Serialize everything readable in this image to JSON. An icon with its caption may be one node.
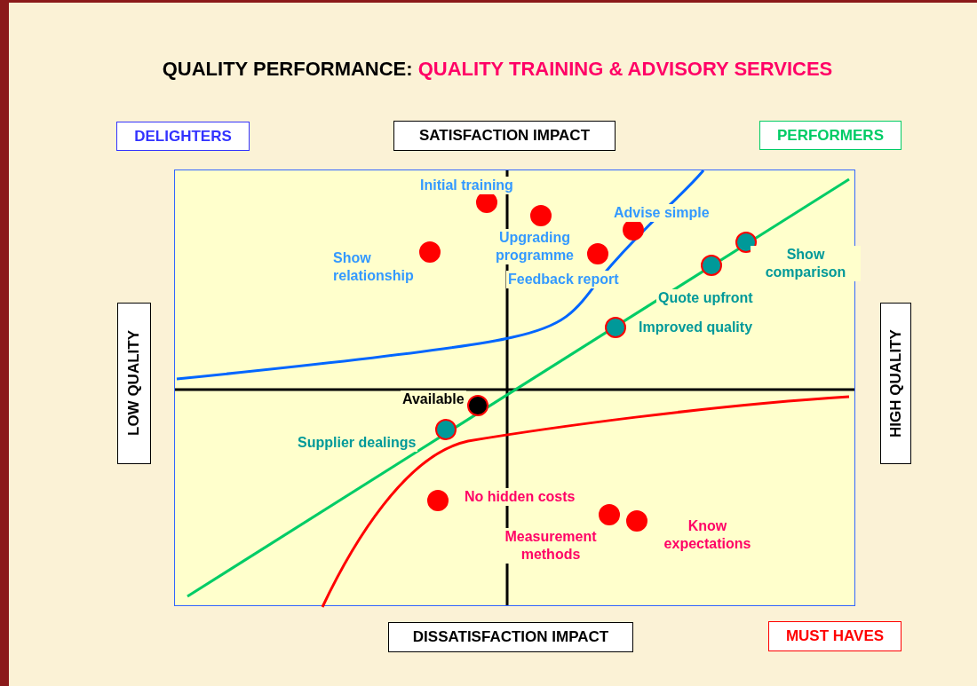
{
  "diagram": {
    "title": "QUALITY PERFORMANCE: *QUALITY TRAINING & ADVISORY SERVICES*",
    "nodes": [
      {
        "text": [
          "DELIGHTERS"
        ]
      },
      {
        "text": [
          "SATISFACTION IMPACT"
        ]
      },
      {
        "text": [
          "PERFORMERS"
        ]
      },
      {
        "text": [
          "LOW QUALITY"
        ]
      },
      {
        "text": [],
        "shape": "box"
      },
      {
        "text": [],
        "shape": "circle",
        "in": 4,
        "beside": [
          "Initial training"
        ]
      },
      {
        "text": [],
        "shape": "circle",
        "in": 4,
        "beside": [
          "Upgrading programme"
        ]
      },
      {
        "text": [],
        "shape": "circle",
        "in": 4,
        "beside": [
          "Advise simple"
        ]
      },
      {
        "text": [],
        "shape": "circle",
        "in": 4,
        "beside": [
          "Show comparison"
        ]
      },
      {
        "text": [],
        "shape": "circle",
        "in": 4,
        "beside": [
          "Show relationship"
        ]
      },
      {
        "text": [],
        "shape": "circle",
        "in": 4,
        "beside": [
          "Feedback report"
        ]
      },
      {
        "text": [],
        "shape": "circle",
        "in": 4,
        "beside": [
          "Quote upfront"
        ]
      },
      {
        "text": [],
        "shape": "circle",
        "in": 4,
        "beside": [
          "Improved quality"
        ]
      },
      {
        "text": [],
        "shape": "circle",
        "in": 4,
        "beside": [
          "Available"
        ]
      },
      {
        "text": [],
        "shape": "circle",
        "in": 4,
        "beside": [
          "Supplier dealings"
        ]
      },
      {
        "text": [],
        "shape": "circle",
        "in": 4,
        "beside": [
          "No hidden costs"
        ]
      },
      {
        "text": [],
        "shape": "circle",
        "in": 4,
        "beside": [
          "Measurement methods"
        ]
      },
      {
        "text": [],
        "shape": "circle",
        "in": 4,
        "beside": [
          "Know expectations"
        ]
      },
      {
        "text": [
          "HIGH QUALITY"
        ]
      },
      {
        "text": [
          "DISSATISFACTION IMPACT"
        ]
      },
      {
        "text": [
          "MUST HAVES"
        ]
      }
    ]
  }
}
